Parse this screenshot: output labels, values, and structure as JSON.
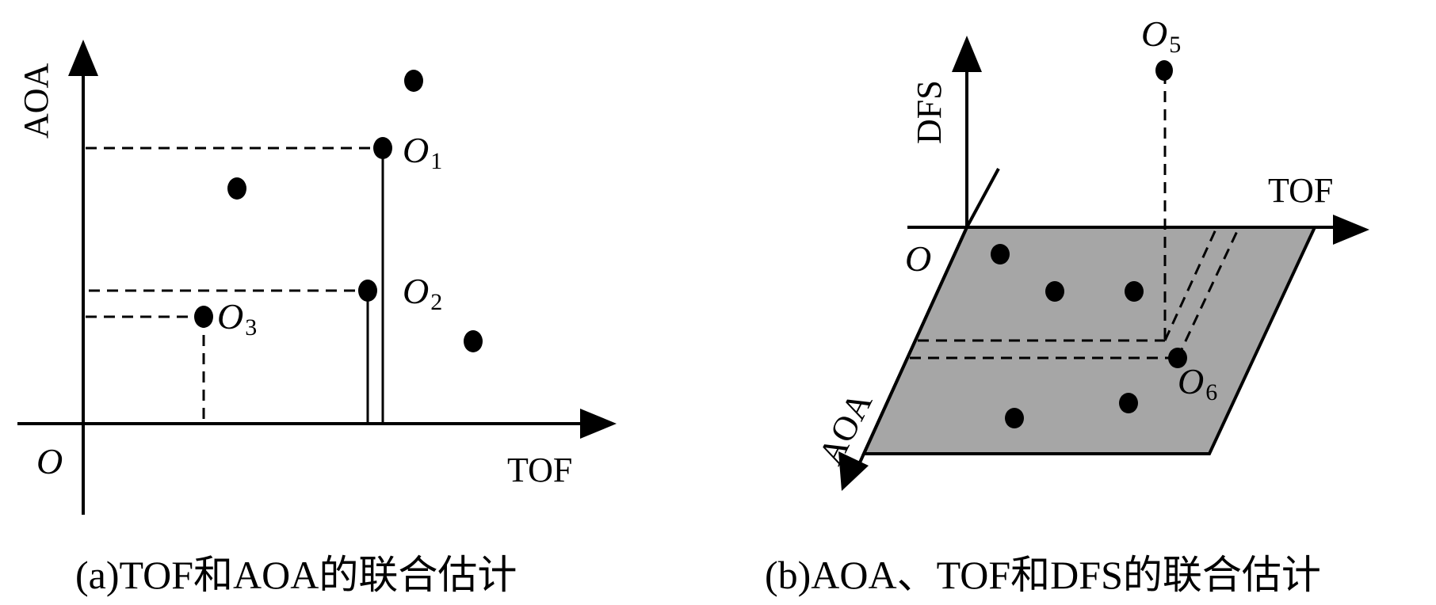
{
  "panel_a": {
    "x_axis_label": "TOF",
    "y_axis_label": "AOA",
    "origin_label": "O",
    "points": [
      {
        "name": "O",
        "sub": "1"
      },
      {
        "name": "O",
        "sub": "2"
      },
      {
        "name": "O",
        "sub": "3"
      }
    ],
    "caption": "(a)TOF和AOA的联合估计"
  },
  "panel_b": {
    "z_axis_label": "DFS",
    "x_axis_label": "TOF",
    "y_axis_label": "AOA",
    "origin_label": "O",
    "points": [
      {
        "name": "O",
        "sub": "5"
      },
      {
        "name": "O",
        "sub": "6"
      }
    ],
    "plane_color": "#a6a6a6",
    "caption": "(b)AOA、TOF和DFS的联合估计"
  }
}
